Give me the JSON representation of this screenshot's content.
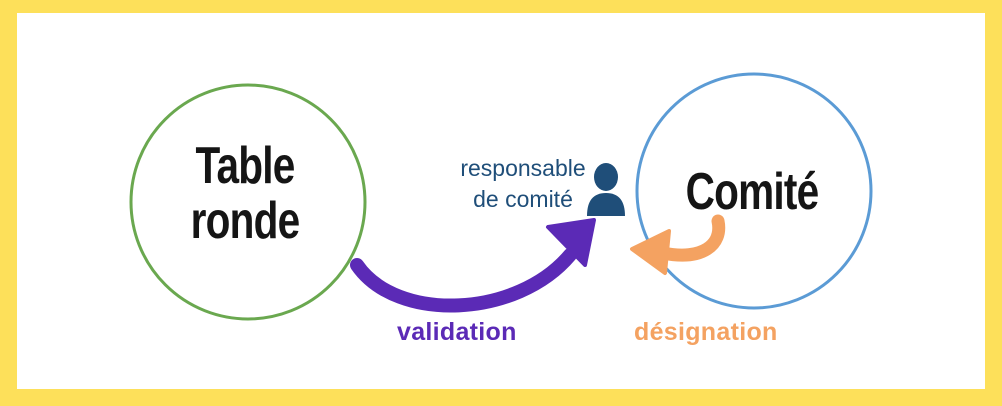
{
  "nodes": {
    "table_ronde": {
      "line1": "Table",
      "line2": "ronde"
    },
    "comite": {
      "label": "Comité"
    }
  },
  "role": {
    "line1": "responsable",
    "line2": "de comité"
  },
  "edges": {
    "validation": {
      "label": "validation"
    },
    "designation": {
      "label": "désignation"
    }
  },
  "colors": {
    "frame": "#fde05a",
    "table_circle": "#6aa84f",
    "comite_circle": "#5b9bd5",
    "validation": "#5b2ab6",
    "designation": "#f4a261",
    "role_text": "#1f4e79",
    "person_icon": "#1f4e79"
  },
  "icons": {
    "person": "person-icon"
  }
}
